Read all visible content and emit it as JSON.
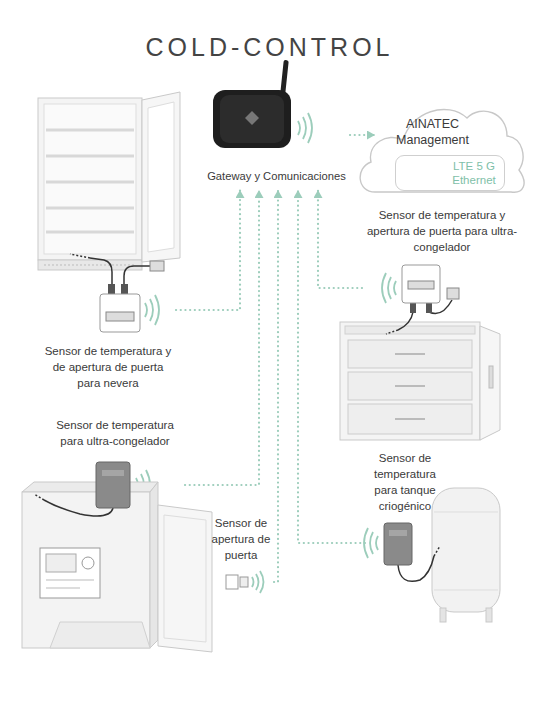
{
  "diagram": {
    "title": "COLD-CONTROL",
    "nodes": [
      {
        "text": [
          "Gateway y Comunicaciones"
        ]
      },
      {
        "text": [
          "AINATEC Management"
        ]
      },
      {
        "text": [
          "LTE 5 G Ethernet"
        ],
        "in": 1
      },
      {
        "text": [
          "Sensor de temperatura y de apertura de puerta para nevera"
        ]
      },
      {
        "text": [
          "Sensor de temperatura y apertura de puerta para ultra-congelador"
        ]
      },
      {
        "text": [
          "Sensor de temperatura para ultra-congelador"
        ]
      },
      {
        "text": [
          "Sensor de apertura de puerta"
        ]
      },
      {
        "text": [
          "Sensor de temperatura para tanque criogénico"
        ]
      }
    ],
    "edges": [
      {
        "from": 0,
        "to": 1,
        "arrow": "to"
      },
      {
        "from": 3,
        "to": 0,
        "arrow": "to"
      },
      {
        "from": 5,
        "to": 0,
        "arrow": "to"
      },
      {
        "from": 6,
        "to": 0,
        "arrow": "to"
      },
      {
        "from": 7,
        "to": 0,
        "arrow": "to"
      },
      {
        "from": 4,
        "to": 0,
        "arrow": "to"
      }
    ]
  }
}
